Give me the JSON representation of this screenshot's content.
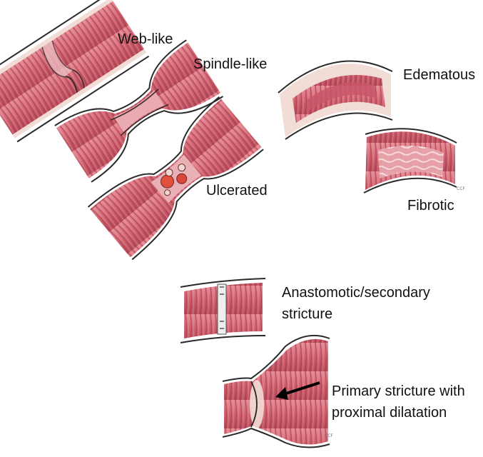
{
  "labels": {
    "web_like": "Web-like",
    "spindle_like": "Spindle-like",
    "ulcerated": "Ulcerated",
    "edematous": "Edematous",
    "fibrotic": "Fibrotic",
    "anastomotic_line1": "Anastomotic/secondary",
    "anastomotic_line2": "stricture",
    "primary_line1": "Primary stricture with",
    "primary_line2": "proximal dilatation"
  },
  "credit": "CCF",
  "colors": {
    "mucosa": "#d9727e",
    "mucosa_dark": "#a83f4f",
    "wall": "#f2dcd6",
    "outline": "#2a2a2a",
    "ulcer": "#e0503a",
    "fibrosis": "#f4e4e4"
  }
}
